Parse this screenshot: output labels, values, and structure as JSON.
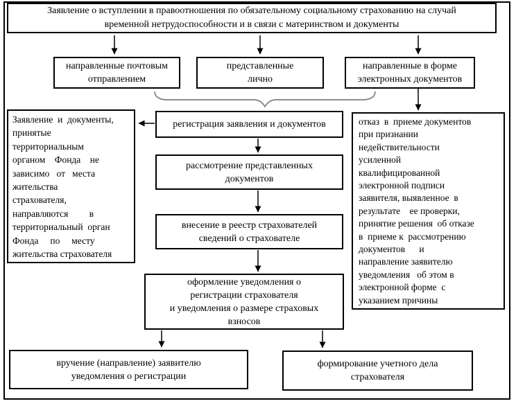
{
  "diagram": {
    "colors": {
      "line": "#000000",
      "text": "#000000",
      "brace": "#7f7f7f",
      "background": "#ffffff"
    },
    "title": "Заявление о вступлении в правоотношения по обязательному социальному страхованию на случай\nвременной нетрудоспособности и в связи с материнством и документы",
    "channels": [
      {
        "label": "направленные почтовым\nотправлением"
      },
      {
        "label": "представленные\nлично"
      },
      {
        "label": "направленные в форме\nэлектронных документов"
      }
    ],
    "left_note": "Заявление  и  документы,\nпринятые\nтерриториальным\nорганом    Фонда    не\nзависимо   от   места\nжительства\nстрахователя,\nнаправляются         в\nтерриториальный  орган\nФонда     по     месту\nжительства страхователя",
    "right_note": "отказ  в  приеме документов\nпри признании\nнедействительности\nусиленной\nквалифицированной\nэлектронной подписи\nзаявителя, выявленное  в\nрезультате    ее проверки,\nпринятие решения  об отказе\nв  приеме к  рассмотрению\nдокументов      и\nнаправление заявителю\nуведомления   об этом в\nэлектронной форме  с\nуказанием причины",
    "steps": [
      {
        "label": "регистрация заявления и документов"
      },
      {
        "label": "рассмотрение представленных\nдокументов"
      },
      {
        "label": "внесение в реестр страхователей\nсведений о страхователе"
      },
      {
        "label": "оформление уведомления о\nрегистрации страхователя\nи уведомления о размере страховых\nвзносов"
      }
    ],
    "outcomes": [
      {
        "label": "вручение (направление) заявителю\nуведомления о регистрации"
      },
      {
        "label": "формирование учетного дела\nстрахователя"
      }
    ]
  }
}
